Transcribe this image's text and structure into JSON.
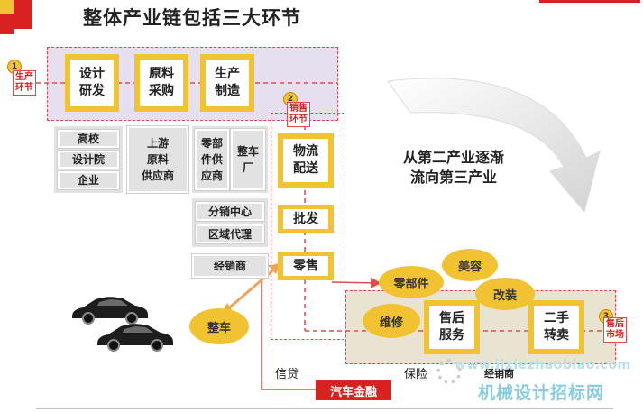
{
  "title": "整体产业链包括三大环节",
  "stages": {
    "production": {
      "num": "1",
      "label": "生产\n环节"
    },
    "sales": {
      "num": "2",
      "label": "销售\n环节"
    },
    "aftermarket": {
      "num": "3",
      "label": "售后\n市场"
    }
  },
  "production_boxes": [
    "设计\n研发",
    "原料\n采购",
    "生产\n制造"
  ],
  "participants": {
    "schools": "高校",
    "design_institutes": "设计院",
    "enterprises": "企业",
    "upstream_suppliers": "上游\n原料\n供应商",
    "parts_suppliers": "零部\n件供\n应商",
    "oem": "整车\n厂",
    "distribution_center": "分销中心",
    "regional_agent": "区域代理",
    "dealer": "经销商"
  },
  "sales_boxes": {
    "logistics": "物流\n配送",
    "wholesale": "批发",
    "retail": "零售"
  },
  "transition_text": "从第二产业逐渐\n流向第三产业",
  "aftermarket_ovals": [
    "零部件",
    "美容",
    "改装",
    "维修"
  ],
  "aftermarket_boxes": {
    "after_service": "售后\n服务",
    "used_car": "二手\n转卖"
  },
  "whole_vehicle": "整车",
  "credit": "信贷",
  "auto_finance": "汽车金融",
  "insurance": "保险",
  "watermark": {
    "url": "www.jixiezhaobiao.com",
    "name": "机械设计招标网"
  },
  "bottom_fragment": "经销商",
  "colors": {
    "accent_red": "#d9211f",
    "gold": "#f1c232",
    "grey_box": "#e2e2e2",
    "orange_arrow": "#f0a35a"
  }
}
